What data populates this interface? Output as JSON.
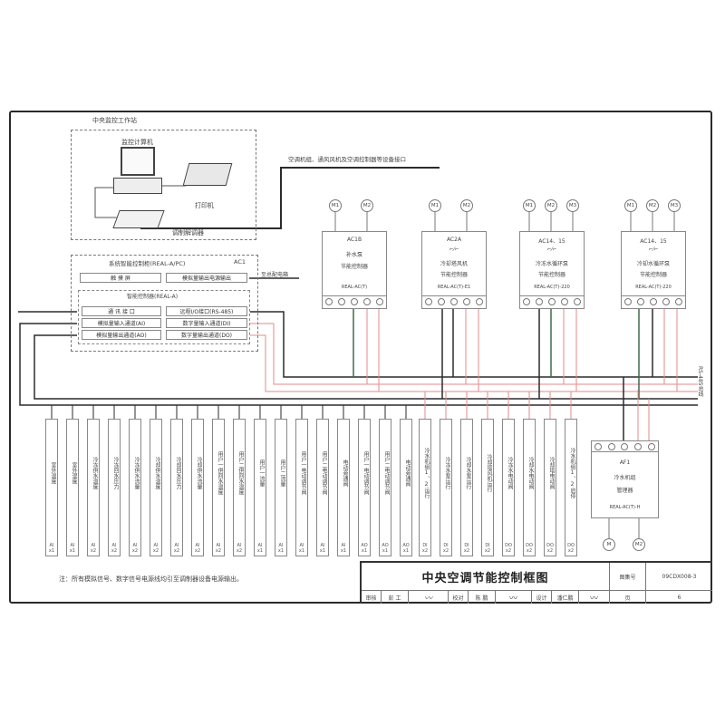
{
  "drawing": {
    "title": "中央空调节能控制框图",
    "atlas_label": "图集号",
    "atlas_no": "09CDX008-3",
    "signoff": [
      "审核",
      "彭 工",
      "校对",
      "陈 鹏",
      "设计",
      "潘仁鹏"
    ],
    "page_label": "页",
    "page_no": "6",
    "note": "注：所有模拟信号、数字信号电源线均引至调制器设备电源输出。"
  },
  "workstation": {
    "label": "中央监控工作站",
    "computer": "监控计算机",
    "printer": "打印机",
    "modem": "调制解调器"
  },
  "annotation_top": "空调机组、通风风机及空调控制器等设备接口",
  "annotation_power": "至总配电箱",
  "panel": {
    "title": "系统智能控制柜(REAL-A/PC)",
    "tag": "AC1",
    "row1": [
      "触 摸 屏",
      "模拟量输出电源输出"
    ],
    "sub_title": "智能控制器(REAL-A)",
    "row2": [
      "通 讯 接 口",
      "远程I/O接口(RS-485)"
    ],
    "row3": [
      "模拟量输入通道(AI)",
      "数字量输入通道(DI)"
    ],
    "row4": [
      "模拟量输出通道(AO)",
      "数字量输出通道(DO)"
    ]
  },
  "controllers": [
    {
      "tag": "AC1B",
      "name1": "补水泵",
      "name2": "节能控制器",
      "model": "REAL-AC(T)",
      "motors": [
        "M1",
        "M2"
      ]
    },
    {
      "tag": "AC2A",
      "name1": "冷却塔风机",
      "name2": "节能控制器",
      "model": "REAL-AC(T)-E1",
      "motors": [
        "M1",
        "M2"
      ]
    },
    {
      "tag": "AC14、15",
      "name1": "冷冻水循环泵",
      "name2": "节能控制器",
      "model": "REAL-AC(T)-220",
      "motors": [
        "M1",
        "M2",
        "M3"
      ]
    },
    {
      "tag": "AC14、15",
      "name1": "冷却水循环泵",
      "name2": "节能控制器",
      "model": "REAL-AC(T)-220",
      "motors": [
        "M1",
        "M2",
        "M3"
      ]
    }
  ],
  "fan_unit": {
    "tag": "AF1",
    "name1": "冷水机组",
    "name2": "管理器",
    "model": "REAL-AC(T)-H",
    "motors": [
      "M",
      "M2"
    ]
  },
  "bus_label": "RS-485总线",
  "io_points": [
    {
      "label": "室外温度",
      "code": "AI x1"
    },
    {
      "label": "室外湿度",
      "code": "AI x1"
    },
    {
      "label": "冷冻供水温度",
      "code": "AI x2"
    },
    {
      "label": "冷冻回水压力",
      "code": "AI x2"
    },
    {
      "label": "冷冻供水流量",
      "code": "AI x2"
    },
    {
      "label": "冷却供水温度",
      "code": "AI x2"
    },
    {
      "label": "冷却回水压力",
      "code": "AI x2"
    },
    {
      "label": "冷却供水流量",
      "code": "AI x2"
    },
    {
      "label": "用户一供回水温度",
      "code": "AI x2"
    },
    {
      "label": "用户二供回水温度",
      "code": "AI x2"
    },
    {
      "label": "用户一流量",
      "code": "AI x1"
    },
    {
      "label": "用户二流量",
      "code": "AI x1"
    },
    {
      "label": "用户一电动调节阀",
      "code": "AI x1"
    },
    {
      "label": "用户二电动调节阀",
      "code": "AI x1"
    },
    {
      "label": "电动旁通阀",
      "code": "AI x1"
    },
    {
      "label": "用户一电动调节阀",
      "code": "AO x1"
    },
    {
      "label": "用户二电动调节阀",
      "code": "AO x1"
    },
    {
      "label": "电动旁通阀",
      "code": "AO x1"
    },
    {
      "label": "冷水机组1、2运行",
      "code": "DI x2"
    },
    {
      "label": "冷冻水泵运行",
      "code": "DI x2"
    },
    {
      "label": "冷却水泵运行",
      "code": "DI x2"
    },
    {
      "label": "冷却塔风机运行",
      "code": "DI x2"
    },
    {
      "label": "冷冻水电动阀",
      "code": "DO x2"
    },
    {
      "label": "冷却水电动阀",
      "code": "DO x2"
    },
    {
      "label": "冷却塔电动阀",
      "code": "DO x2"
    },
    {
      "label": "冷水机组1、2启停",
      "code": "DO x2"
    }
  ],
  "colors": {
    "wire_dark": "#2b2b2b",
    "wire_red": "#e58a8a",
    "wire_green": "#3f6b4a",
    "frame": "#2a2a2a"
  }
}
